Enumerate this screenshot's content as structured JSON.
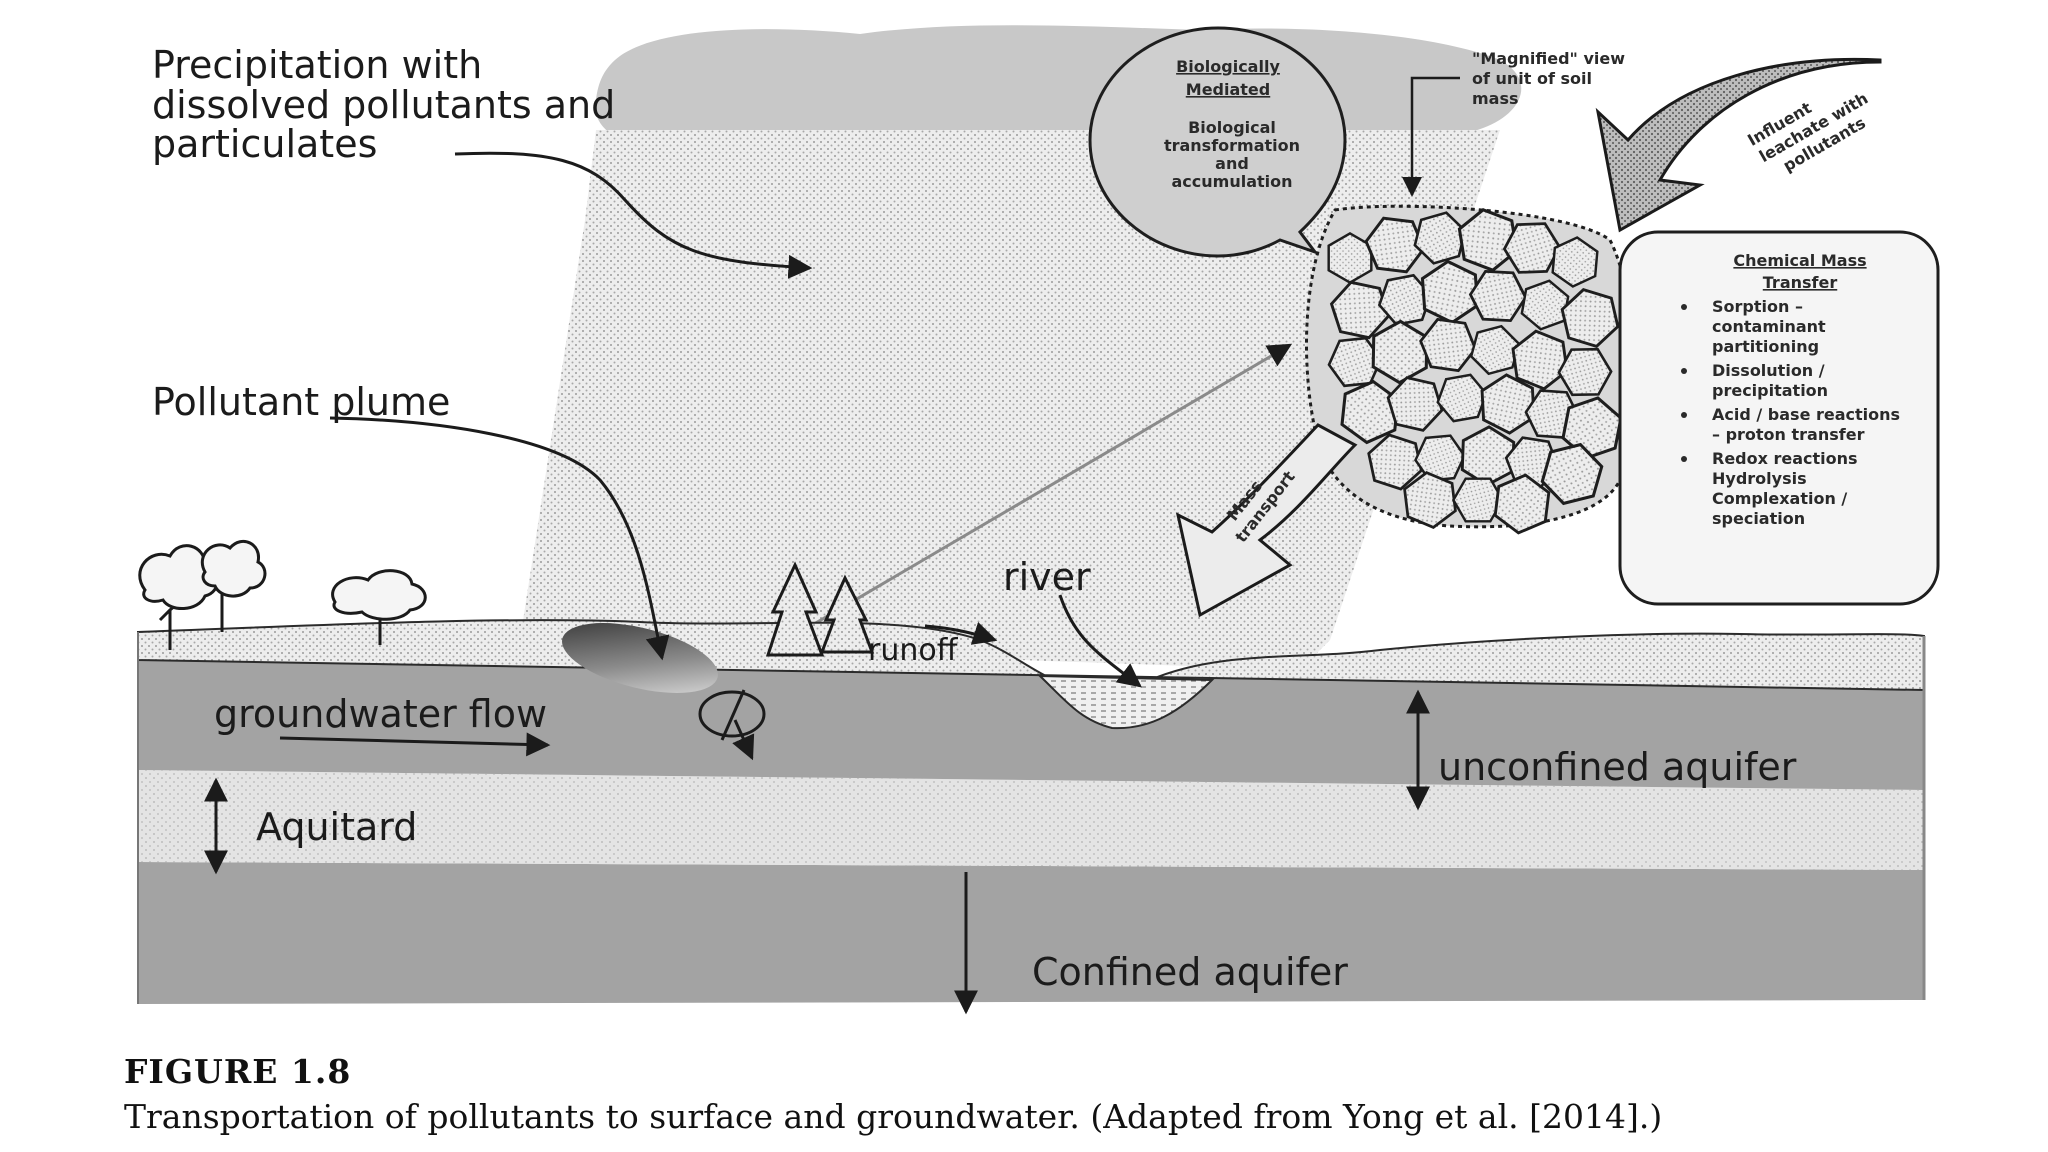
{
  "labels": {
    "precipitation": [
      "Precipitation with",
      "dissolved pollutants and",
      "particulates"
    ],
    "pollutant_plume": "Pollutant plume",
    "river": "river",
    "runoff": "runoff",
    "groundwater_flow": "groundwater flow",
    "aquitard": "Aquitard",
    "unconfined_aquifer": "unconfined aquifer",
    "confined_aquifer": "Confined aquifer",
    "magnified_view": [
      "\"Magnified\" view",
      "of unit of soil",
      "mass"
    ],
    "influent": [
      "Influent",
      "leachate with",
      "pollutants"
    ],
    "mass_transport": [
      "Mass",
      "transport"
    ]
  },
  "bio_bubble": {
    "title": [
      "Biologically",
      "Mediated"
    ],
    "body": [
      "Biological",
      "transformation",
      "and",
      "accumulation"
    ]
  },
  "chem_box": {
    "title": [
      "Chemical Mass",
      "Transfer"
    ],
    "items": [
      [
        "Sorption –",
        "contaminant",
        "partitioning"
      ],
      [
        "Dissolution /",
        "precipitation"
      ],
      [
        "Acid / base reactions",
        "– proton transfer"
      ],
      [
        "Redox reactions",
        "Hydrolysis",
        "Complexation /",
        "speciation"
      ]
    ]
  },
  "caption": {
    "figure_number": "FIGURE 1.8",
    "text": "Transportation of pollutants to surface and groundwater. (Adapted from Yong et al. [2014].)"
  },
  "colors": {
    "aquifer_fill": "#a3a3a3",
    "aquitard_fill": "#e2e2e2",
    "topsoil_fill": "#ebebeb",
    "cloud_fill": "#c8c8c8",
    "rain_fill": "#ececec"
  }
}
